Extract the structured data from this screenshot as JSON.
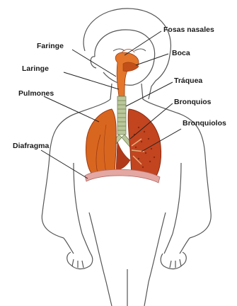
{
  "labels": {
    "fosas_nasales": "Fosas nasales",
    "faringe": "Faringe",
    "boca": "Boca",
    "laringe": "Laringe",
    "traquea": "Tráquea",
    "pulmones": "Pulmones",
    "bronquios": "Bronquios",
    "bronquiolos": "Bronquiolos",
    "diafragma": "Diafragma"
  },
  "colors": {
    "outline": "#555555",
    "lung_orange": "#d9661f",
    "lung_dark": "#9a3a12",
    "lung_right_red": "#b5351c",
    "heart_red": "#b03a1a",
    "trachea_green": "#b9c79a",
    "diaphragm_pink": "#e4a7a2",
    "throat_orange": "#e3762a",
    "leader_line": "#222222"
  }
}
